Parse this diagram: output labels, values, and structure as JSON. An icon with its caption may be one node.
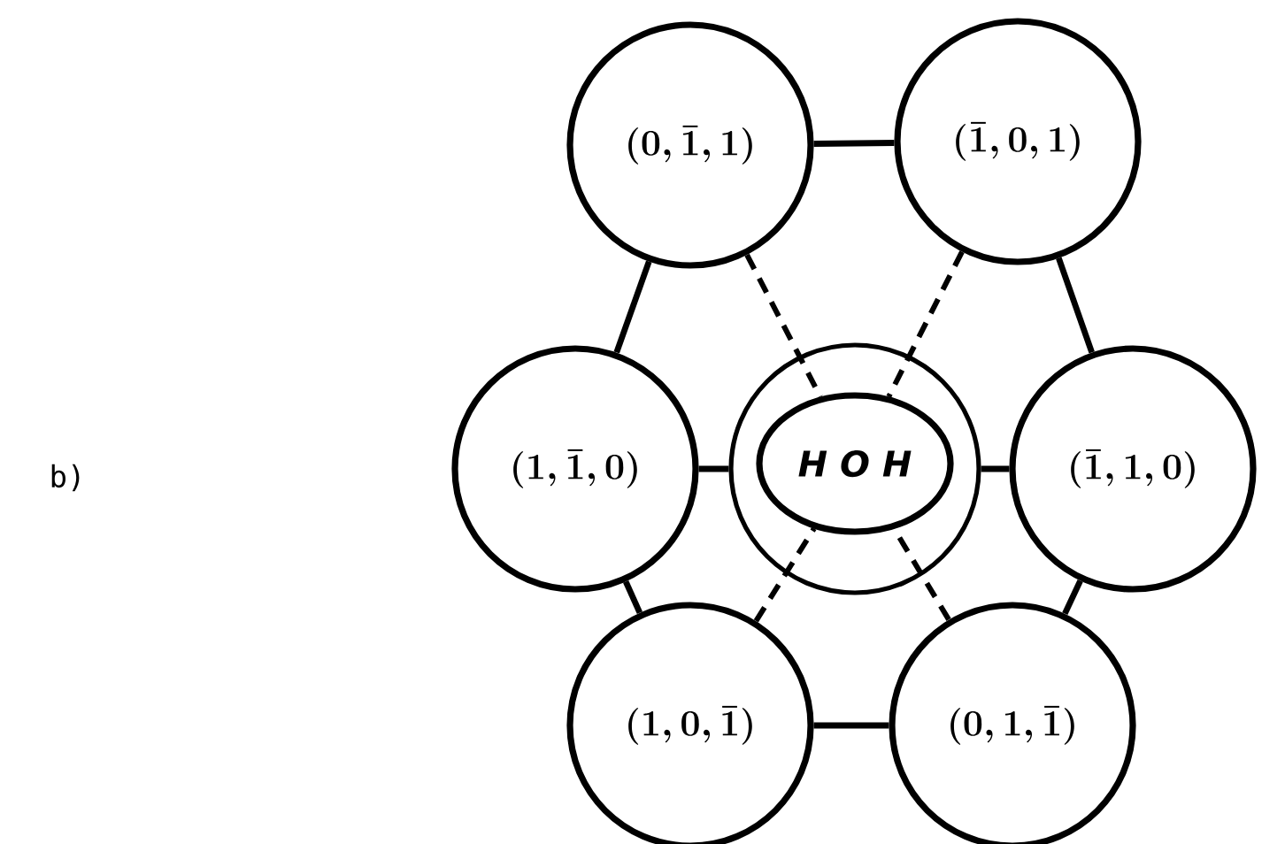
{
  "diagram": {
    "nodes": [
      {
        "text": [
          "(0,\\bar{1},1)"
        ]
      },
      {
        "text": [
          "(\\bar{1},0,1)"
        ]
      },
      {
        "text": [
          "(1,\\bar{1},0)"
        ]
      },
      {
        "text": [],
        "shape": "circle"
      },
      {
        "text": [
          "H O H"
        ],
        "in": 3
      },
      {
        "text": [
          "(\\bar{1},1,0)"
        ]
      },
      {
        "text": [
          "(1,0,\\bar{1})"
        ]
      },
      {
        "text": [
          "(0,1,\\bar{1})"
        ]
      }
    ],
    "edges": [
      {
        "from": 0,
        "to": 1,
        "arrow": "none"
      },
      {
        "from": 0,
        "to": 2,
        "arrow": "none"
      },
      {
        "from": 1,
        "to": 5,
        "arrow": "none"
      },
      {
        "from": 2,
        "to": 3,
        "arrow": "none"
      },
      {
        "from": 3,
        "to": 5,
        "arrow": "none"
      },
      {
        "from": 2,
        "to": 6,
        "arrow": "none"
      },
      {
        "from": 5,
        "to": 7,
        "arrow": "none"
      },
      {
        "from": 6,
        "to": 7,
        "arrow": "none"
      },
      {
        "from": 0,
        "to": 4,
        "arrow": "none",
        "style": "dashed"
      },
      {
        "from": 1,
        "to": 4,
        "arrow": "none",
        "style": "dashed"
      },
      {
        "from": 6,
        "to": 4,
        "arrow": "none",
        "style": "dashed"
      },
      {
        "from": 7,
        "to": 4,
        "arrow": "none",
        "style": "dashed"
      }
    ],
    "labels": [
      "b)"
    ]
  }
}
